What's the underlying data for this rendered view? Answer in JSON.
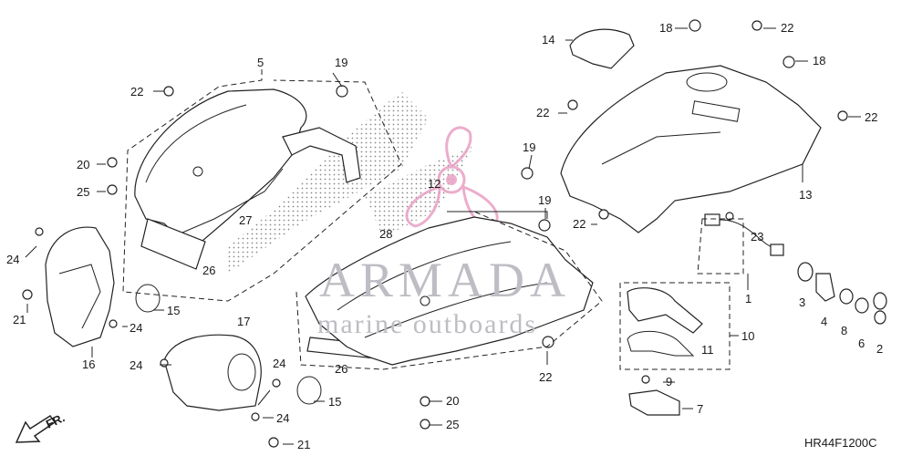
{
  "watermark": {
    "brand": "ARMADA",
    "tagline": "marine outboards",
    "logo_color": "#e8a0c4",
    "text_color": "#bdbdc4"
  },
  "diagram_code": "HR44F1200C",
  "direction_label": "FR.",
  "callouts": {
    "c1": "1",
    "c2": "2",
    "c3": "3",
    "c4": "4",
    "c5": "5",
    "c6": "6",
    "c7": "7",
    "c8": "8",
    "c9": "9",
    "c10": "10",
    "c11": "11",
    "c12": "12",
    "c13": "13",
    "c14": "14",
    "c15a": "15",
    "c15b": "15",
    "c16": "16",
    "c17": "17",
    "c18a": "18",
    "c18b": "18",
    "c19a": "19",
    "c19b": "19",
    "c19c": "19",
    "c20a": "20",
    "c20b": "20",
    "c21a": "21",
    "c21b": "21",
    "c22a": "22",
    "c22b": "22",
    "c22c": "22",
    "c22d": "22",
    "c22e": "22",
    "c22f": "22",
    "c23": "23",
    "c24a": "24",
    "c24b": "24",
    "c24c": "24",
    "c24d": "24",
    "c24e": "24",
    "c25a": "25",
    "c25b": "25",
    "c26a": "26",
    "c26b": "26",
    "c27": "27",
    "c28": "28"
  }
}
